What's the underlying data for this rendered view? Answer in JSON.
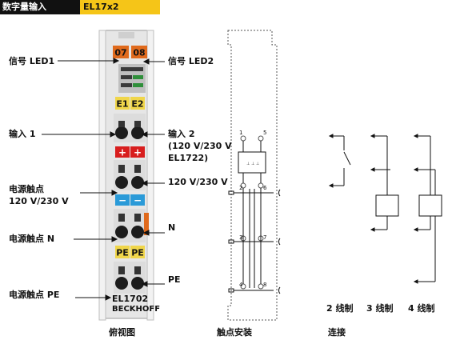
{
  "header": {
    "category": "数字量输入",
    "model": "EL17x2"
  },
  "module": {
    "channel_1": "07",
    "channel_2": "08",
    "e1": "E1",
    "e2": "E2",
    "plus": "+",
    "minus": "−",
    "pe": "PE",
    "model_label": "EL1702",
    "brand": "BECKHOFF"
  },
  "left_labels": {
    "signal_led1": "信号  LED1",
    "input1": "输入  1",
    "power_contact_line1": "电源触点",
    "power_contact_line2": "120 V/230 V",
    "power_contact_n": "电源触点  N",
    "power_contact_pe": "电源触点  PE"
  },
  "right_labels": {
    "signal_led2": "信号  LED2",
    "input2_line1": "输入  2",
    "input2_line2": "(120 V/230 V",
    "input2_line3": "EL1722)",
    "voltage": "120 V/230 V",
    "n": "N",
    "pe": "PE"
  },
  "captions": {
    "top_view": "俯视图",
    "contact_assembly": "触点安装",
    "connection": "连接",
    "wire2": "2 线制",
    "wire3": "3 线制",
    "wire4": "4 线制"
  },
  "terminal_numbers": {
    "n1": "1",
    "n5": "5",
    "n2": "2",
    "n6": "6",
    "n3": "3",
    "n7": "7",
    "n4": "4",
    "n8": "8"
  },
  "colors": {
    "header_bg": "#111111",
    "header_accent": "#f5c518",
    "led_orange": "#e06a1c",
    "red": "#d81e1e",
    "blue": "#2a9ad8",
    "yellow": "#f0d64a"
  }
}
